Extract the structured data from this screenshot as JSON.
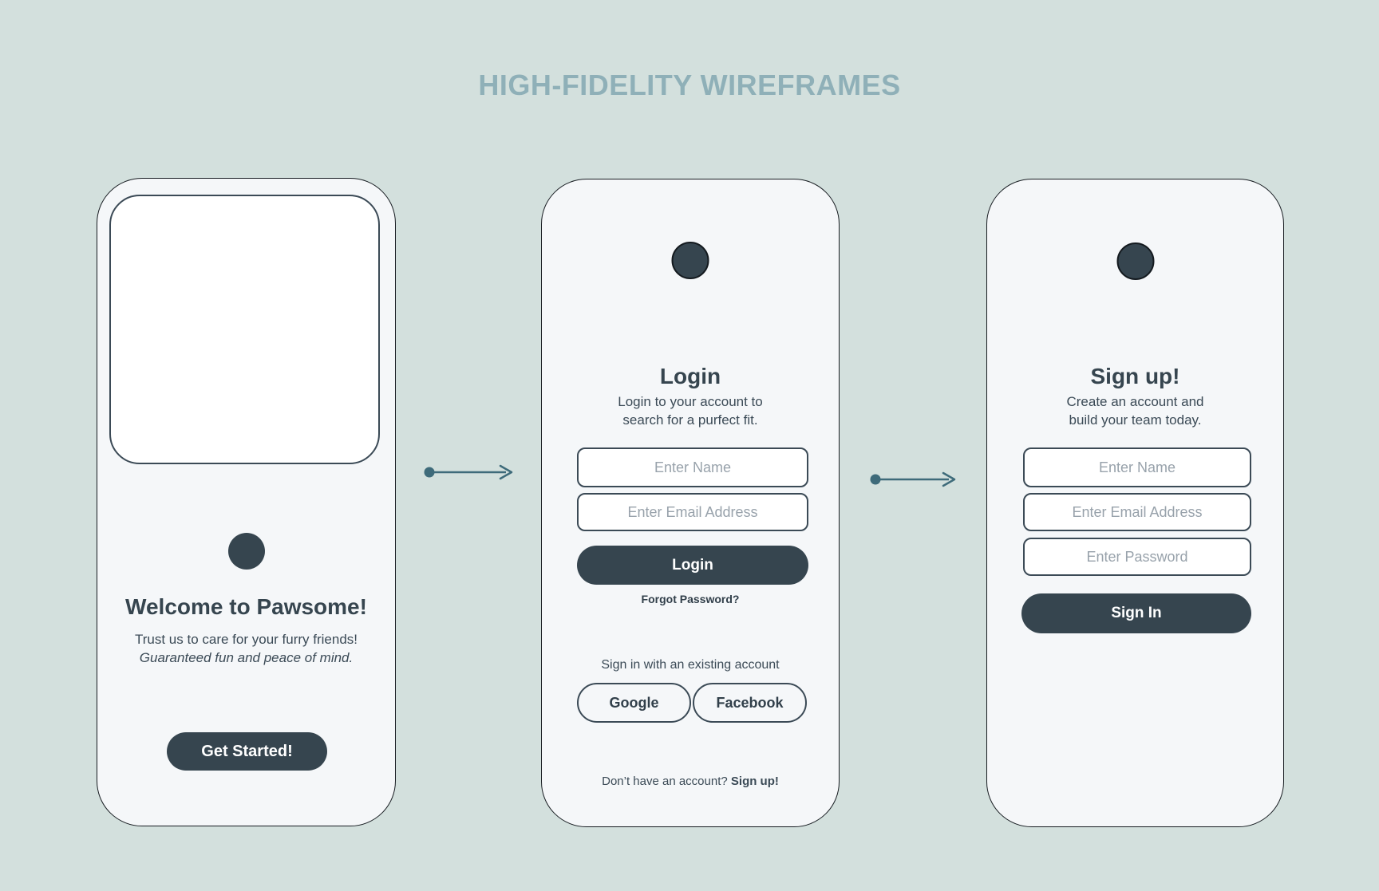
{
  "page": {
    "title": "HIGH-FIDELITY WIREFRAMES"
  },
  "colors": {
    "background": "#d3e0dd",
    "phone_background": "#f5f7f9",
    "accent_dark_slate": "#36454f",
    "title_teal": "#8fb0b8",
    "arrow_teal": "#3e6b7a",
    "placeholder_gray": "#98a2ab"
  },
  "screens": {
    "welcome": {
      "heading": "Welcome to Pawsome!",
      "body_line1": "Trust us to care for your furry friends!",
      "body_line2": "Guaranteed fun and peace of mind.",
      "cta_label": "Get Started!"
    },
    "login": {
      "heading": "Login",
      "subtitle_line1": "Login to your account to",
      "subtitle_line2": "search for a purfect fit.",
      "name_placeholder": "Enter Name",
      "email_placeholder": "Enter Email Address",
      "login_button": "Login",
      "forgot_password": "Forgot Password?",
      "social_caption": "Sign in with an existing account",
      "google_button": "Google",
      "facebook_button": "Facebook",
      "footer_text": "Don’t have an account? ",
      "footer_link": "Sign up!"
    },
    "signup": {
      "heading": "Sign up!",
      "subtitle_line1": "Create an account and",
      "subtitle_line2": "build your team today.",
      "name_placeholder": "Enter Name",
      "email_placeholder": "Enter Email Address",
      "password_placeholder": "Enter Password",
      "cta_label": "Sign In"
    }
  }
}
